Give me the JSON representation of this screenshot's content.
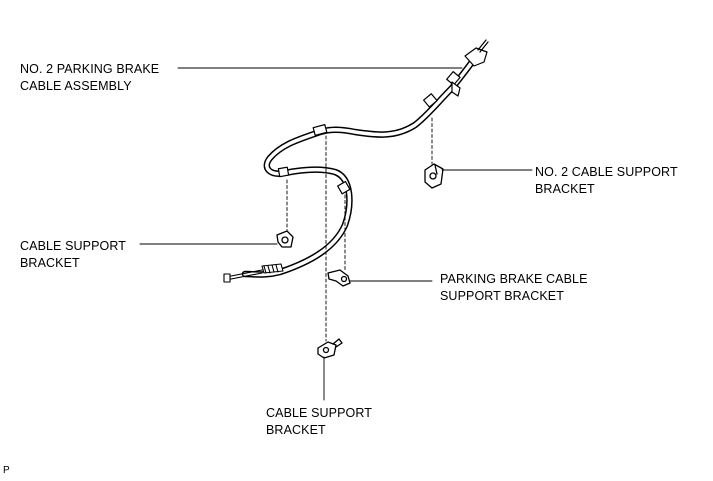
{
  "labels": {
    "no2_parking_brake_cable_assembly": "NO. 2 PARKING BRAKE\nCABLE ASSEMBLY",
    "no2_cable_support_bracket": "NO. 2 CABLE SUPPORT\nBRACKET",
    "cable_support_bracket_left": "CABLE SUPPORT\nBRACKET",
    "parking_brake_cable_support_bracket": "PARKING BRAKE CABLE\nSUPPORT BRACKET",
    "cable_support_bracket_bottom": "CABLE SUPPORT\nBRACKET"
  },
  "footer_code": "P"
}
